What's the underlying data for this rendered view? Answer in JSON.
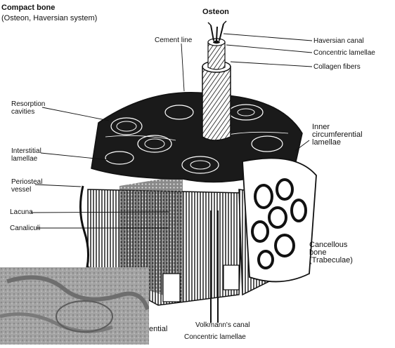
{
  "title": {
    "main": "Compact bone",
    "sub": "(Osteon, Haversian system)"
  },
  "labels": {
    "osteon": "Osteon",
    "haversian_canal": "Haversian canal",
    "concentric_lamellae_top": "Concentric lamellae",
    "collagen_fibers": "Collagen fibers",
    "cement_line": "Cement line",
    "resorption_cavities": [
      "Resorption",
      "cavities"
    ],
    "inner_circumferential_lamellae": [
      "Inner",
      "circumferential",
      "lamellae"
    ],
    "interstitial_lamellae": [
      "Interstitial",
      "lamellae"
    ],
    "periosteal_vessel": [
      "Periosteal",
      "vessel"
    ],
    "lacuna": "Lacuna",
    "canaliculi": "Canaliculi",
    "cancellous_bone": [
      "Cancellous",
      "bone",
      "(Trabeculae)"
    ],
    "volkmanns_canal": "Volkmann's canal",
    "concentric_lamellae_bottom": "Concentric lamellae",
    "cropped_label": "ential"
  },
  "colors": {
    "ink": "#111111",
    "paper": "#ffffff",
    "photo": "#9a9a9a"
  }
}
